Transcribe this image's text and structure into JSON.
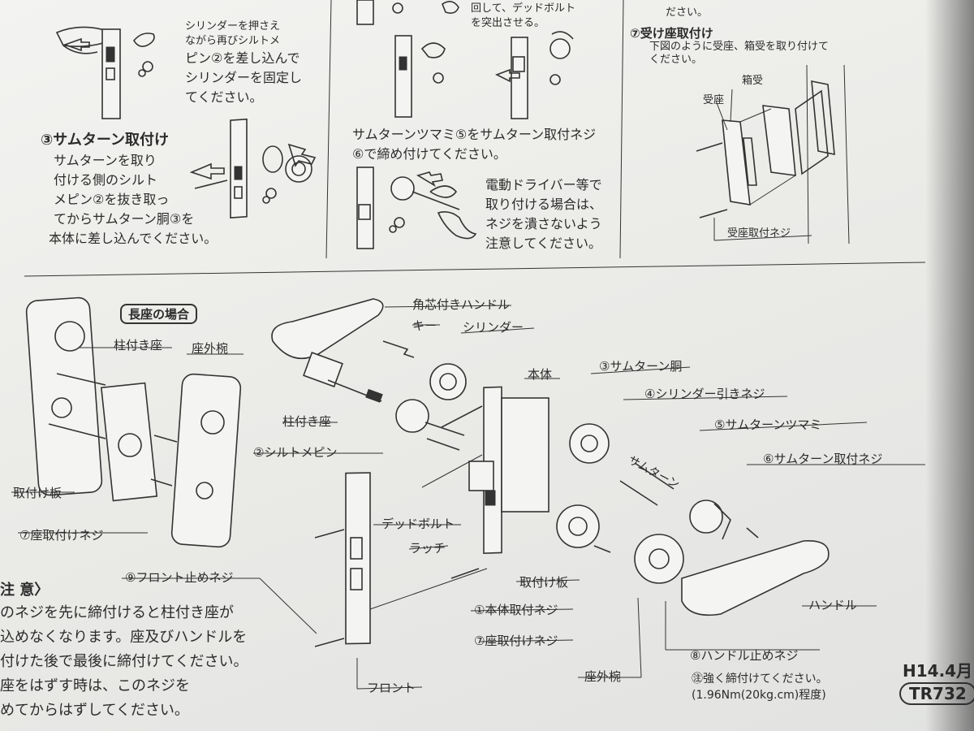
{
  "steps_top": {
    "cylinder_text": [
      "シリンダーを押さえ",
      "ながら再びシルトメ",
      "ピン②を差し込んで",
      "シリンダーを固定し",
      "てください。"
    ],
    "step3_title": "③サムターン取付け",
    "step3_text": [
      "サムターンを取り",
      "付ける側のシルト",
      "メピン②を抜き取っ",
      "てからサムターン胴③を",
      "本体に差し込んでください。"
    ],
    "middle_top_text": [
      "回して、デッドボルト",
      "を突出させる。"
    ],
    "middle_bottom_text": [
      "サムターンツマミ⑤をサムターン取付ネジ",
      "⑥で締め付けてください。"
    ],
    "driver_text": [
      "電動ドライバー等で",
      "取り付ける場合は、",
      "ネジを潰さないよう",
      "注意してください。"
    ],
    "right_top_text": "ださい。",
    "step7_title": "⑦受け座取付け",
    "step7_text": [
      "下図のように受座、箱受を取り付けて",
      "ください。"
    ],
    "label_hakouke": "箱受",
    "label_ukeza": "受座",
    "label_ukeza_screw": "受座取付ネジ"
  },
  "diagram": {
    "long_plate_title": "長座の場合",
    "pillar_seat_left": "柱付き座",
    "outer_plate_left": "座外椀",
    "mount_plate_left": "取付け板",
    "seat_screw_left": "⑦座取付けネジ",
    "angled_handle": "角芯付きハンドル",
    "key": "キー",
    "cylinder": "シリンダー",
    "body": "本体",
    "thumbturn_body": "③サムターン胴",
    "cylinder_screw": "④シリンダー引きネジ",
    "thumbturn_knob": "⑤サムターンツマミ",
    "thumbturn_screw": "⑥サムターン取付ネジ",
    "thumbturn_diag": "サムターン",
    "pillar_seat": "柱付き座",
    "silt_pin": "②シルトメピン",
    "deadbolt": "デッドボルト",
    "latch": "ラッチ",
    "mount_plate": "取付け板",
    "body_screw": "①本体取付ネジ",
    "seat_screw": "⑦座取付けネジ",
    "outer_plate": "座外椀",
    "front_screw": "⑨フロント止めネジ",
    "front": "フロント",
    "handle": "ハンドル",
    "handle_screw": "⑧ハンドル止めネジ",
    "handle_note": [
      "㊟強く締付けてください。",
      "(1.96Nm(20kg.cm)程度)"
    ]
  },
  "notes": {
    "title": "注 意〉",
    "lines": [
      "のネジを先に締付けると柱付き座が",
      "込めなくなります。座及びハンドルを",
      "付けた後で最後に締付けてください。",
      "座をはずす時は、このネジを",
      "めてからはずしてください。"
    ]
  },
  "footer": {
    "date": "H14.4月",
    "model": "TR732"
  }
}
